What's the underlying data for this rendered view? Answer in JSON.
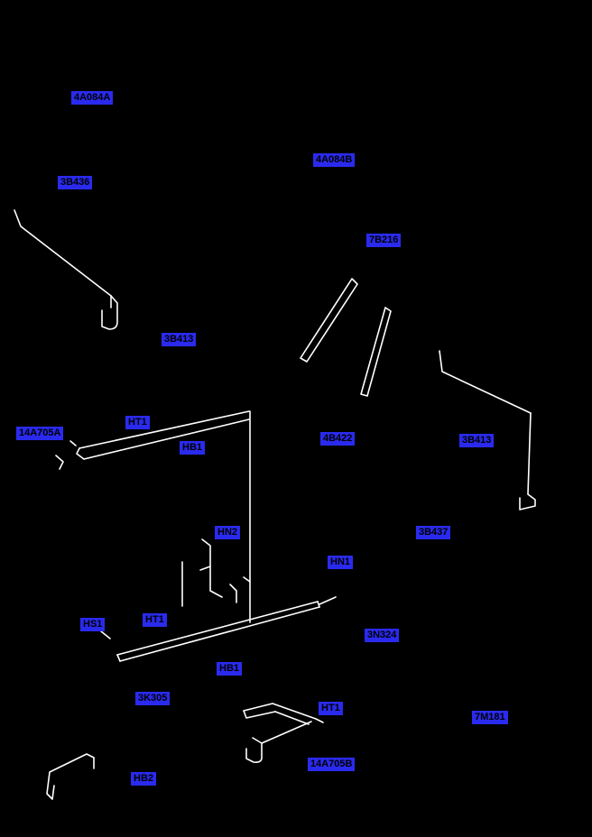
{
  "diagram": {
    "title": "transmission-parts-diagram",
    "colors": {
      "background": "#000000",
      "label_background": "#2a2aee",
      "label_text": "#000000",
      "line": "#ffffff"
    },
    "labels": [
      {
        "text": "4A084A"
      },
      {
        "text": "4A084B"
      },
      {
        "text": "3B436"
      },
      {
        "text": "7B216"
      },
      {
        "text": "3B413"
      },
      {
        "text": "HT1"
      },
      {
        "text": "14A705A"
      },
      {
        "text": "HB1"
      },
      {
        "text": "4B422"
      },
      {
        "text": "3B413"
      },
      {
        "text": "HN2"
      },
      {
        "text": "3B437"
      },
      {
        "text": "HN1"
      },
      {
        "text": "HT1"
      },
      {
        "text": "HS1"
      },
      {
        "text": "3N324"
      },
      {
        "text": "HB1"
      },
      {
        "text": "3K305"
      },
      {
        "text": "HT1"
      },
      {
        "text": "7M181"
      },
      {
        "text": "14A705B"
      },
      {
        "text": "HB2"
      }
    ]
  }
}
